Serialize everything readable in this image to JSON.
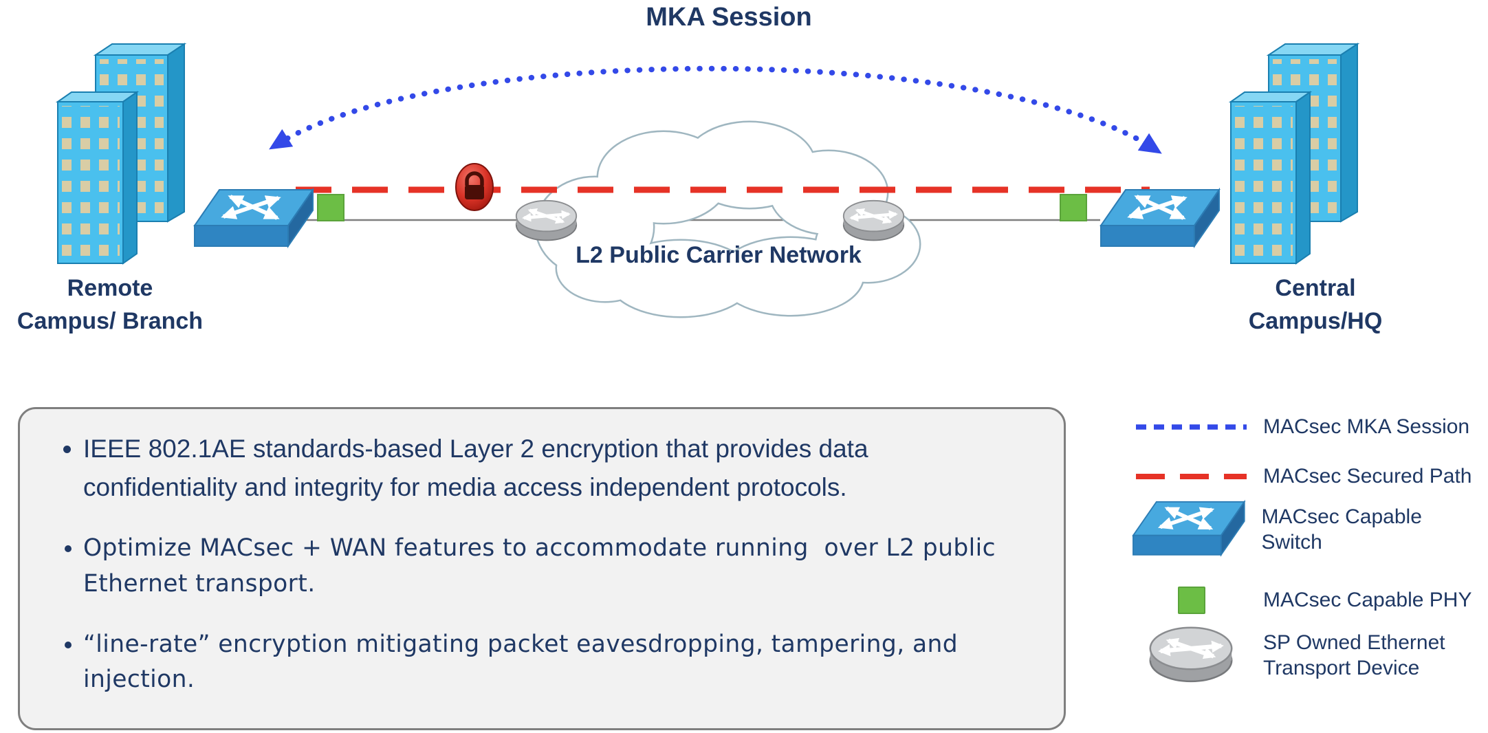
{
  "title": "MKA Session",
  "diagram": {
    "cloud_label": "L2 Public Carrier Network",
    "left_site_label": "Remote\nCampus/ Branch",
    "right_site_label": "Central\nCampus/HQ",
    "icons": {
      "left_building": "office-building-icon",
      "right_building": "office-building-icon",
      "left_switch": "macsec-switch-icon",
      "right_switch": "macsec-switch-icon",
      "left_phy": "phy-square-icon",
      "right_phy": "phy-square-icon",
      "left_router": "sp-transport-device-icon",
      "right_router": "sp-transport-device-icon",
      "lock": "padlock-icon",
      "cloud": "carrier-network-cloud",
      "mka_arc": "mka-session-dotted-arc",
      "secured_path": "macsec-secured-path-dashed-line"
    }
  },
  "notes": {
    "bullets": [
      "IEEE 802.1AE standards-based Layer 2 encryption that provides data confidentiality and integrity for media access independent protocols.",
      "Optimize MACsec + WAN features to accommodate running  over L2 public Ethernet transport.",
      "“line-rate” encryption mitigating packet eavesdropping, tampering, and injection."
    ]
  },
  "legend": {
    "items": [
      {
        "symbol": "mka-session-line",
        "label": "MACsec MKA Session"
      },
      {
        "symbol": "secured-path-line",
        "label": "MACsec Secured Path"
      },
      {
        "symbol": "switch-icon",
        "label": "MACsec Capable Switch"
      },
      {
        "symbol": "phy-square",
        "label": "MACsec Capable PHY"
      },
      {
        "symbol": "router-icon",
        "label": "SP Owned Ethernet\nTransport Device"
      }
    ]
  },
  "colors": {
    "text_navy": "#1F3864",
    "mka_blue": "#3349E8",
    "secured_red": "#E63226",
    "phy_green": "#6CBE45",
    "switch_blue": "#47A9DF",
    "building_cyan": "#4AC0EE",
    "cloud_outline": "#9FB6C0"
  }
}
